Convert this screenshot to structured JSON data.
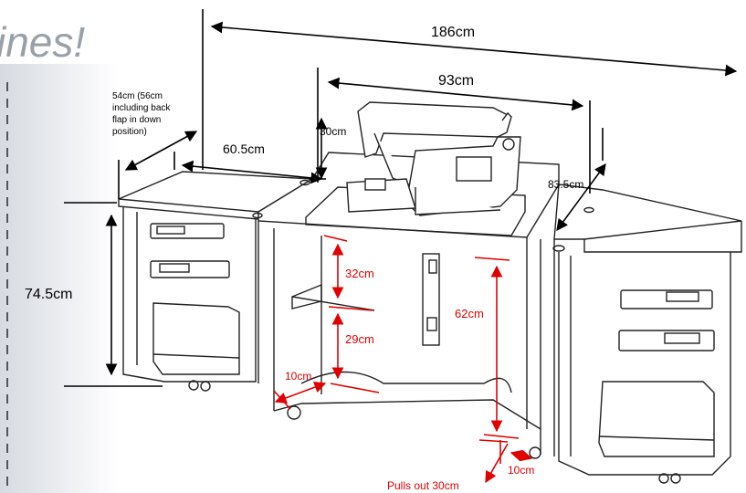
{
  "heading": {
    "text": "ines!",
    "color": "#9aa0a8"
  },
  "colors": {
    "black_dims": "#000000",
    "red_dims": "#e00000",
    "line": "#222222",
    "panel_bg": "#dfe3e8"
  },
  "dimensions": {
    "width_total": "186cm",
    "width_center": "93cm",
    "depth_line1": "54cm (56cm",
    "depth_line2": "including back",
    "depth_line3": "flap in down",
    "depth_line4": "position)",
    "depth_left": "60.5cm",
    "machine_height": "30cm",
    "depth_right": "83.5cm",
    "height_total": "74.5cm",
    "shelf_gap_upper": "32cm",
    "shelf_gap_lower": "29cm",
    "lift_height": "62cm",
    "leg_offset_left": "10cm",
    "leg_offset_right": "10cm",
    "pull_out": "Pulls out 30cm"
  }
}
